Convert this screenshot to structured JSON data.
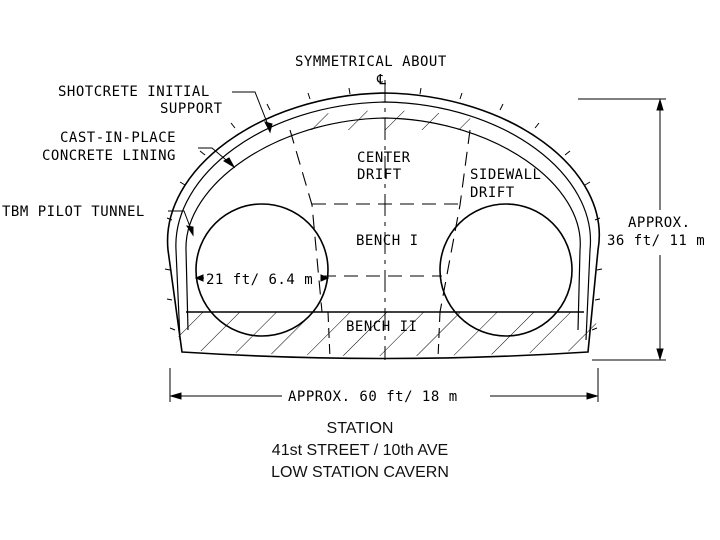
{
  "labels": {
    "symmetrical": "SYMMETRICAL ABOUT",
    "centerline": "℄",
    "shotcrete_line1": "SHOTCRETE INITIAL",
    "shotcrete_line2": "SUPPORT",
    "cip_line1": "CAST-IN-PLACE",
    "cip_line2": "CONCRETE LINING",
    "tbm": "TBM PILOT TUNNEL",
    "center_drift_line1": "CENTER",
    "center_drift_line2": "DRIFT",
    "sidewall_line1": "SIDEWALL",
    "sidewall_line2": "DRIFT",
    "bench1": "BENCH I",
    "bench2": "BENCH II",
    "tbm_diameter": "21 ft/ 6.4 m",
    "height_line1": "APPROX.",
    "height_line2": "36 ft/ 11 m",
    "width": "APPROX. 60 ft/ 18 m"
  },
  "caption": {
    "line1": "STATION",
    "line2": "41st STREET / 10th AVE",
    "line3": "LOW STATION CAVERN"
  }
}
